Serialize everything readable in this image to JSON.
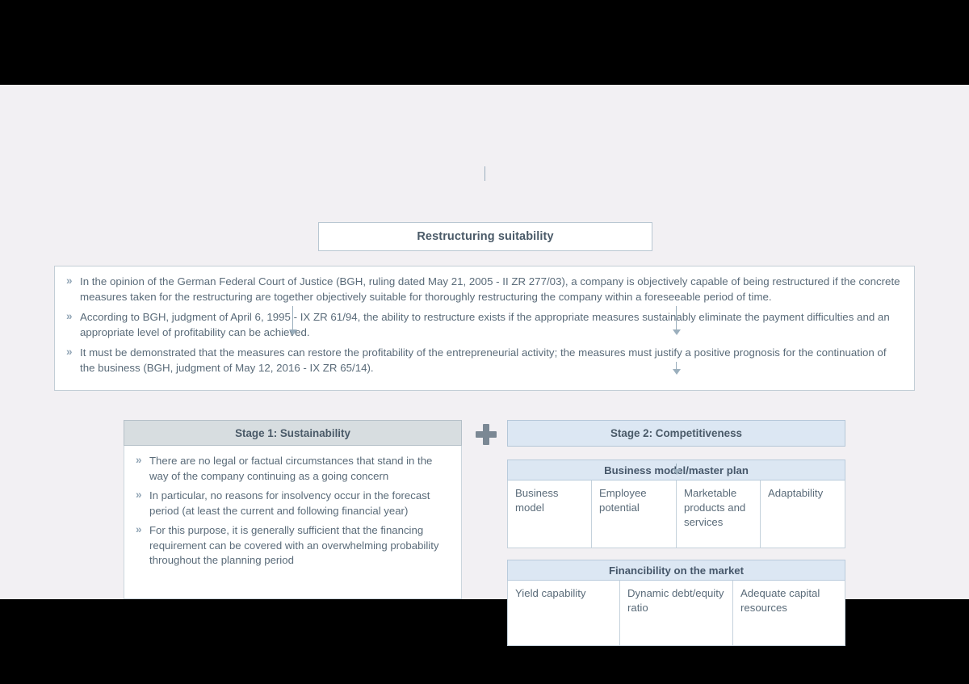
{
  "title_box": {
    "label": "Restructuring suitability"
  },
  "intro": {
    "bullet_marker": "»",
    "items": [
      "In the opinion of the German Federal Court of Justice (BGH, ruling dated May 21, 2005 - II ZR 277/03), a company is objectively capable of being restructured if the concrete measures taken for the restructuring are together objectively suitable for thoroughly restructuring the company within a foreseeable period of time.",
      "According to BGH, judgment of April 6, 1995 - IX ZR 61/94, the ability to restructure exists if the appropriate measures sustainably eliminate the payment difficulties and an appropriate level of profitability can be achieved.",
      "It must be demonstrated that the measures can restore the profitability of the entrepreneurial activity; the measures must justify a positive prognosis for the continuation of the business (BGH, judgment of May 12, 2016 - IX ZR 65/14)."
    ]
  },
  "stage1": {
    "header": "Stage 1: Sustainability",
    "bullet_marker": "»",
    "items": [
      "There are no legal or factual circumstances that stand in the way of the company continuing as a going concern",
      "In particular, no reasons for insolvency occur in the forecast period (at least the current and following financial year)",
      "For this purpose, it is generally sufficient that the financing requirement can be covered with an overwhelming probability throughout the planning period"
    ]
  },
  "connector": {
    "plus_symbol": "+"
  },
  "stage2": {
    "header": "Stage 2: Competitiveness",
    "groups": [
      {
        "title": "Business model/master plan",
        "cells": [
          "Business model",
          "Employee potential",
          "Marketable products and services",
          "Adaptability"
        ]
      },
      {
        "title": "Financibility on the market",
        "cells": [
          "Yield capability",
          "Dynamic debt/equity ratio",
          "Adequate capital resources"
        ]
      }
    ]
  },
  "colors": {
    "page_background": "#f2f0f3",
    "stage1_header_fill": "#d7dde0",
    "stage2_header_fill": "#dce7f3",
    "border": "#b9c7d2",
    "text": "#5a6b79",
    "heading_text": "#4a5a68",
    "connector_line": "#9bafbd",
    "plus_color": "#7b8894"
  }
}
